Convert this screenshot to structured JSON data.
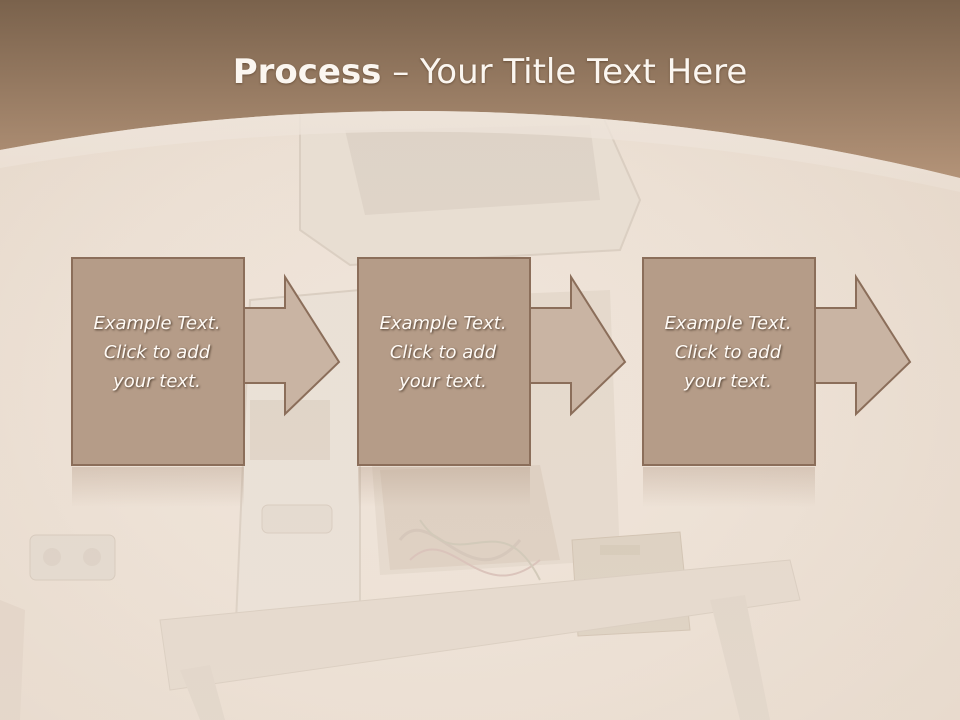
{
  "slide": {
    "title_bold": "Process",
    "title_rest": " – Your Title Text Here"
  },
  "steps": [
    {
      "lines": [
        "Example Text.",
        "Click  to add",
        "your text."
      ]
    },
    {
      "lines": [
        "Example Text.",
        "Click  to add",
        "your text."
      ]
    },
    {
      "lines": [
        "Example Text.",
        "Click  to add",
        "your text."
      ]
    }
  ],
  "colors": {
    "band_top": "#7a624c",
    "band_bottom": "#b39378",
    "box_fill": "#b59c88",
    "box_border": "#8b6e5a",
    "arrow_fill": "#c9b4a3",
    "text": "#fffaf5"
  }
}
